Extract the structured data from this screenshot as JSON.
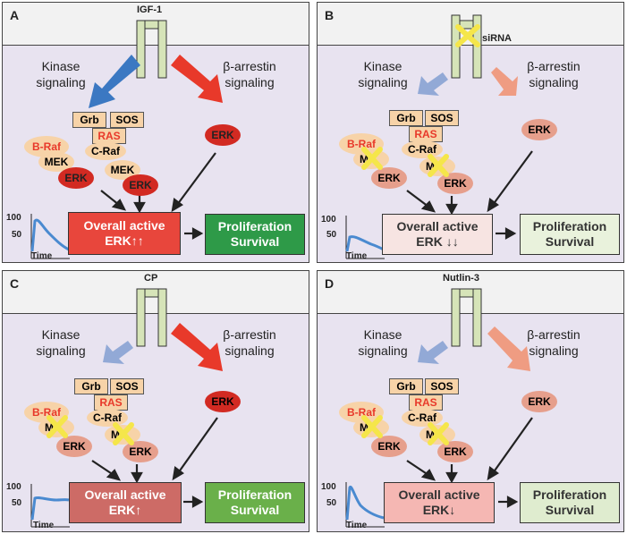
{
  "panels": [
    {
      "letter": "A",
      "ligand": "IGF-1",
      "kinase_label_1": "Kinase",
      "kinase_label_2": "signaling",
      "arrestin_label_1": "β-arrestin",
      "arrestin_label_2": "signaling",
      "grb": "Grb",
      "sos": "SOS",
      "ras": "RAS",
      "craf": "C-Raf",
      "braf": "B-Raf",
      "mek1": "MEK",
      "mek2": "MEK",
      "erk1": "ERK",
      "erk2": "ERK",
      "erk3": "ERK",
      "overall_1": "Overall active",
      "overall_2": "ERK↑↑",
      "outcome_1": "Proliferation",
      "outcome_2": "Survival",
      "y100": "100",
      "y50": "50",
      "time": "Time"
    },
    {
      "letter": "B",
      "ligand": "siRNA",
      "kinase_label_1": "Kinase",
      "kinase_label_2": "signaling",
      "arrestin_label_1": "β-arrestin",
      "arrestin_label_2": "signaling",
      "grb": "Grb",
      "sos": "SOS",
      "ras": "RAS",
      "craf": "C-Raf",
      "braf": "B-Raf",
      "mek1": "M",
      "mek2": "M",
      "erk1": "ERK",
      "erk2": "ERK",
      "erk3": "ERK",
      "overall_1": "Overall active",
      "overall_2": "ERK ↓↓",
      "outcome_1": "Proliferation",
      "outcome_2": "Survival",
      "y100": "100",
      "y50": "50",
      "time": "Time"
    },
    {
      "letter": "C",
      "ligand": "CP",
      "kinase_label_1": "Kinase",
      "kinase_label_2": "signaling",
      "arrestin_label_1": "β-arrestin",
      "arrestin_label_2": "signaling",
      "grb": "Grb",
      "sos": "SOS",
      "ras": "RAS",
      "craf": "C-Raf",
      "braf": "B-Raf",
      "mek1": "M",
      "mek2": "M",
      "erk1": "ERK",
      "erk2": "ERK",
      "erk3": "ERK",
      "overall_1": "Overall active",
      "overall_2": "ERK↑",
      "outcome_1": "Proliferation",
      "outcome_2": "Survival",
      "y100": "100",
      "y50": "50",
      "time": "Time"
    },
    {
      "letter": "D",
      "ligand": "Nutlin-3",
      "kinase_label_1": "Kinase",
      "kinase_label_2": "signaling",
      "arrestin_label_1": "β-arrestin",
      "arrestin_label_2": "signaling",
      "grb": "Grb",
      "sos": "SOS",
      "ras": "RAS",
      "craf": "C-Raf",
      "braf": "B-Raf",
      "mek1": "M",
      "mek2": "M",
      "erk1": "ERK",
      "erk2": "ERK",
      "erk3": "ERK",
      "overall_1": "Overall active",
      "overall_2": "ERK↓",
      "outcome_1": "Proliferation",
      "outcome_2": "Survival",
      "y100": "100",
      "y50": "50",
      "time": "Time"
    }
  ],
  "colors": {
    "panel_bg": "#e8e3f0",
    "band_bg": "#f2f2f2",
    "receptor": "#d6e4b8",
    "kinase_arrow_strong": "#3b78c2",
    "kinase_arrow_weak": "#92a9d6",
    "arrestin_arrow_strong": "#e8392a",
    "arrestin_arrow_weak": "#ef9c82",
    "x_mark": "#f5e64a",
    "overall_A": "#e8463c",
    "overall_B": "#f7e4e2",
    "overall_C": "#cd6b66",
    "overall_D": "#f5b7b3",
    "outcome_A": "#2e9a48",
    "outcome_B": "#e9f2dc",
    "outcome_C": "#6ab04a",
    "outcome_D": "#dfeccf",
    "curve": "#4a8ad0"
  }
}
